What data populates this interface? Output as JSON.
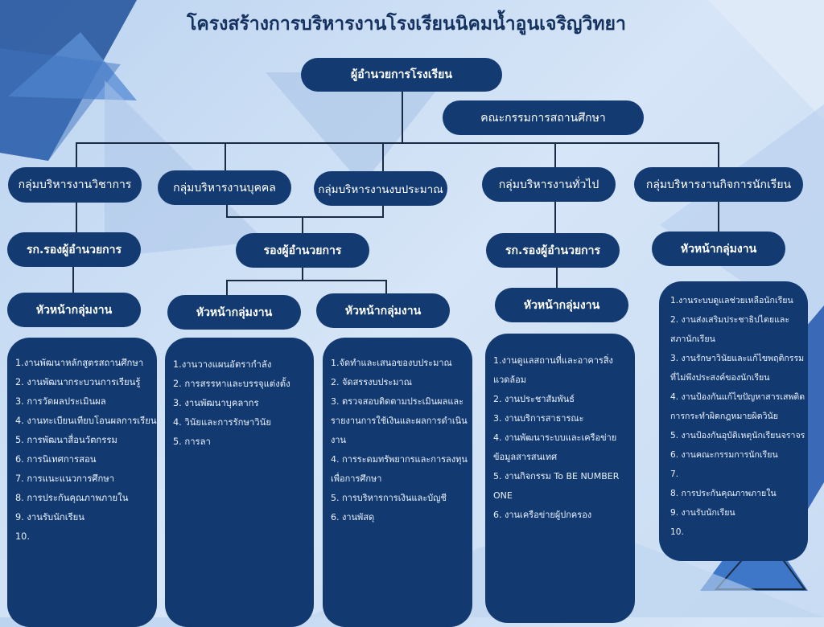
{
  "title": "โครงสร้างการบริหารงานโรงเรียนนิคมน้ำอูนเจริญวิทยา",
  "director": "ผู้อำนวยการโรงเรียน",
  "committee": "คณะกรรมการสถานศึกษา",
  "groups": [
    "กลุ่มบริหารงานวิชาการ",
    "กลุ่มบริหารงานบุคคล",
    "กลุ่มบริหารงานงบประมาณ",
    "กลุ่มบริหารงานทั่วไป",
    "กลุ่มบริหารงานกิจการนักเรียน"
  ],
  "deputies": [
    "รก.รองผู้อำนวยการ",
    "รองผู้อำนวยการ",
    "รก.รองผู้อำนวยการ",
    "หัวหน้ากลุ่มงาน"
  ],
  "heads": [
    "หัวหน้ากลุ่มงาน",
    "หัวหน้ากลุ่มงาน",
    "หัวหน้ากลุ่มงาน",
    "หัวหน้ากลุ่มงาน"
  ],
  "tasks": {
    "academic": [
      "1.งานพัฒนาหลักสูตรสถานศึกษา",
      "2. งานพัฒนากระบวนการเรียนรู้",
      "3. การวัดผลประเมินผล",
      "4. งานทะเบียนเทียบโอนผลการเรียน",
      "5. การพัฒนาสื่อนวัตกรรม",
      "6. การนิเทศการสอน",
      "7. การแนะแนวการศึกษา",
      "8. การประกันคุณภาพภายใน",
      "9. งานรับนักเรียน",
      "10."
    ],
    "personnel": [
      "1.งานวางแผนอัตรากำลัง",
      "2. การสรรหาและบรรจุแต่งตั้ง",
      "3. งานพัฒนาบุคลากร",
      "4. วินัยและการรักษาวินัย",
      "5. การลา"
    ],
    "budget": [
      "1.จัดทำและเสนอของบประมาณ",
      "2. จัดสรรงบประมาณ",
      "3. ตรวจสอบติดตามประเมินผลและ",
      "รายงานการใช้เงินและผลการดำเนิน",
      "งาน",
      "4. การระดมทรัพยากรและการลงทุน",
      "เพื่อการศึกษา",
      "5. การบริหารการเงินและบัญชี",
      "6. งานพัสดุ"
    ],
    "general": [
      "1.งานดูแลสถานที่และอาคารสิ่ง",
      "แวดล้อม",
      "2. งานประชาสัมพันธ์",
      "3. งานบริการสาธารณะ",
      "4. งานพัฒนาระบบและเครือข่าย",
      "ข้อมูลสารสนเทศ",
      "5.  งานกิจกรรม  To  BE  NUMBER",
      "ONE",
      "6. งานเครือข่ายผู้ปกครอง"
    ],
    "student": [
      "1.งานระบบดูแลช่วยเหลือนักเรียน",
      "2. งานส่งเสริมประชาธิปไตยและ",
      "สภานักเรียน",
      "3. งานรักษาวินัยและแก้ไขพฤติกรรม",
      "ที่ไม่พึงประสงค์ของนักเรียน",
      "4. งานป้องกันแก้ไขปัญหาสารเสพติด",
      "การกระทำผิดกฎหมายผิดวินัย",
      "5. งานป้องกันอุบัติเหตุนักเรียนจราจร",
      "6. งานคณะกรรมการนักเรียน",
      "7.",
      "8. การประกันคุณภาพภายใน",
      "9. งานรับนักเรียน",
      "10."
    ]
  }
}
